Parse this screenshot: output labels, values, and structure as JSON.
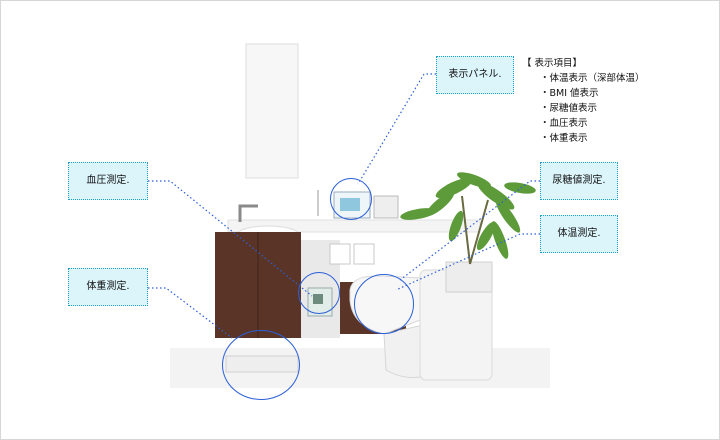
{
  "callouts": {
    "display_panel": "表示パネル.",
    "blood_pressure": "血圧測定.",
    "weight": "体重測定.",
    "urine_sugar": "尿糖値測定.",
    "body_temp": "体温測定."
  },
  "display_items": {
    "header": "【 表示項目】",
    "items": [
      "体温表示（深部体温）",
      "BMI 値表示",
      "尿糖値表示",
      "血圧表示",
      "体重表示"
    ]
  },
  "colors": {
    "callout_fill": "#dcf5fb",
    "callout_border": "#1aa0c8",
    "leader_line": "#2b5fd9",
    "cabinet_wood": "#5a3527"
  }
}
